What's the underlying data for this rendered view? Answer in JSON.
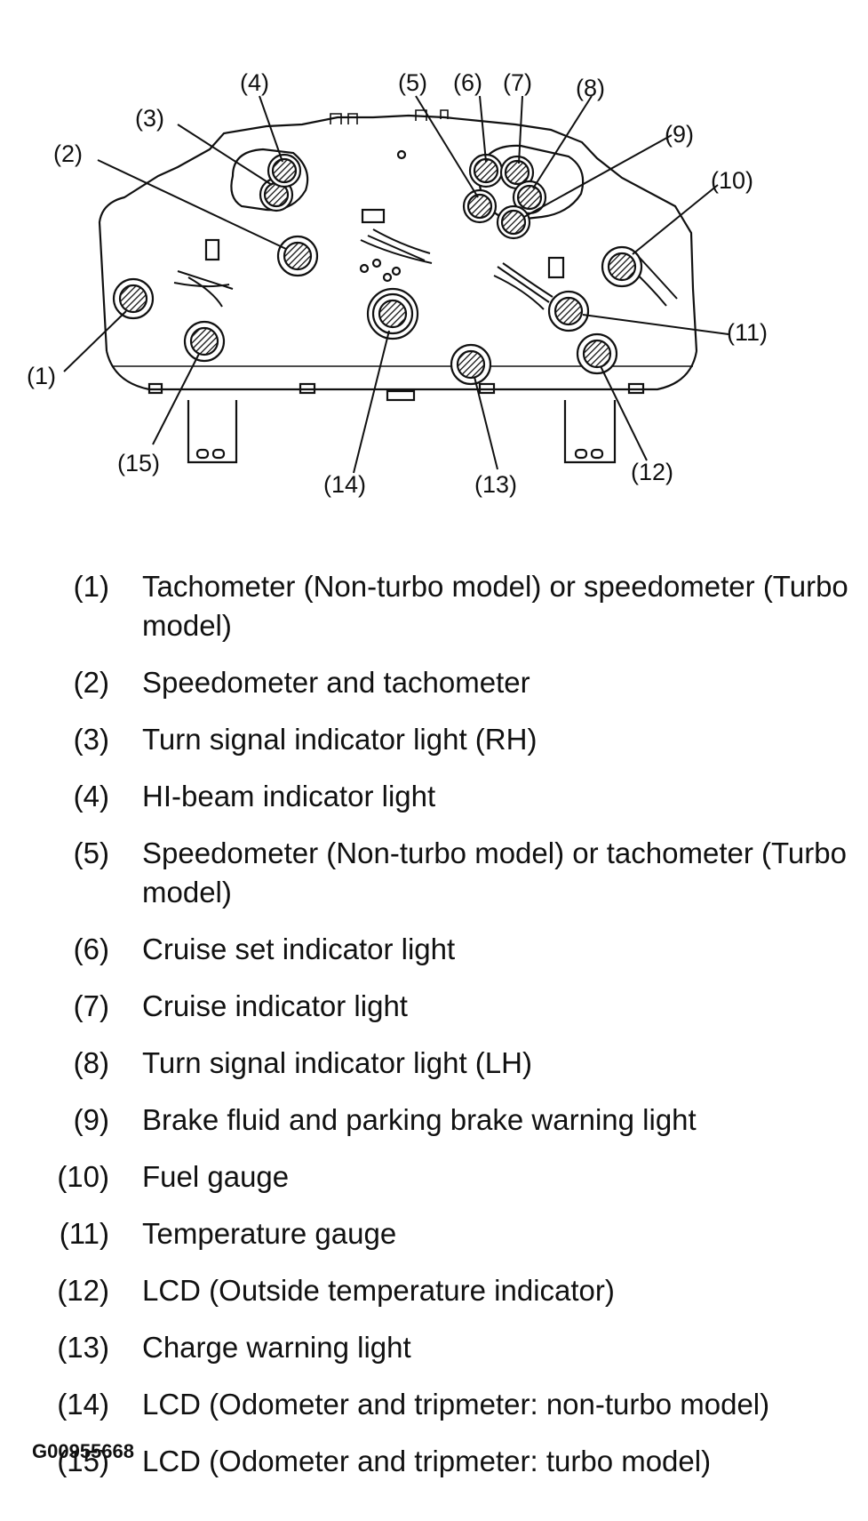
{
  "diagram": {
    "callouts": [
      "(1)",
      "(2)",
      "(3)",
      "(4)",
      "(5)",
      "(6)",
      "(7)",
      "(8)",
      "(9)",
      "(10)",
      "(11)",
      "(12)",
      "(13)",
      "(14)",
      "(15)"
    ]
  },
  "legend": [
    {
      "num": "(1)",
      "text": "Tachometer (Non-turbo model) or speedometer (Turbo model)"
    },
    {
      "num": "(2)",
      "text": "Speedometer and tachometer"
    },
    {
      "num": "(3)",
      "text": "Turn signal indicator light (RH)"
    },
    {
      "num": "(4)",
      "text": "HI-beam indicator light"
    },
    {
      "num": "(5)",
      "text": "Speedometer (Non-turbo model) or tachometer (Turbo model)"
    },
    {
      "num": "(6)",
      "text": "Cruise set indicator light"
    },
    {
      "num": "(7)",
      "text": "Cruise indicator light"
    },
    {
      "num": "(8)",
      "text": "Turn signal indicator light (LH)"
    },
    {
      "num": "(9)",
      "text": "Brake fluid and parking brake warning light"
    },
    {
      "num": "(10)",
      "text": "Fuel gauge"
    },
    {
      "num": "(11)",
      "text": "Temperature gauge"
    },
    {
      "num": "(12)",
      "text": "LCD (Outside temperature indicator)"
    },
    {
      "num": "(13)",
      "text": "Charge warning light"
    },
    {
      "num": "(14)",
      "text": "LCD (Odometer and tripmeter: non-turbo model)"
    },
    {
      "num": "(15)",
      "text": "LCD (Odometer and tripmeter: turbo model)"
    }
  ],
  "figure_id": "G00955668"
}
